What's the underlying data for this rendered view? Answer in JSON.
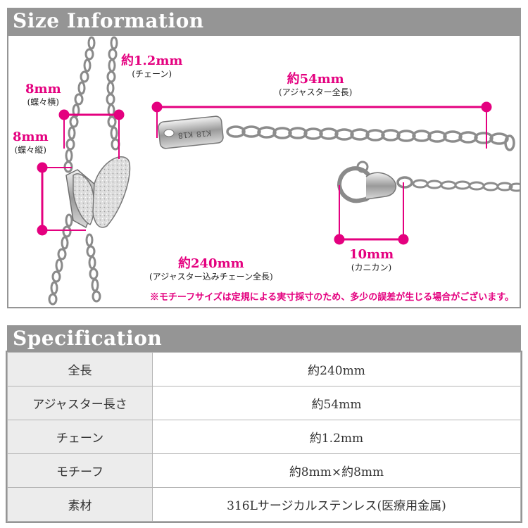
{
  "size_section": {
    "title": "Size Information",
    "chain_width": {
      "value": "約1.2mm",
      "caption": "(チェーン)"
    },
    "motif_width": {
      "value": "8mm",
      "caption": "(蝶々横)"
    },
    "motif_height": {
      "value": "8mm",
      "caption": "(蝶々縦)"
    },
    "adjuster_length": {
      "value": "約54mm",
      "caption": "(アジャスター全長)"
    },
    "clasp_size": {
      "value": "10mm",
      "caption": "(カニカン)"
    },
    "total_length": {
      "value": "約240mm",
      "caption": "(アジャスター込みチェーン全長)"
    },
    "tag_text": "K18",
    "note": "※モチーフサイズは定規による実寸採寸のため、多少の誤差が生じる場合がございます。"
  },
  "spec_section": {
    "title": "Specification",
    "rows": [
      {
        "label": "全長",
        "value": "約240mm"
      },
      {
        "label": "アジャスター長さ",
        "value": "約54mm"
      },
      {
        "label": "チェーン",
        "value": "約1.2mm"
      },
      {
        "label": "モチーフ",
        "value": "約8mm×約8mm"
      },
      {
        "label": "素材",
        "value": "316Lサージカルステンレス(医療用金属)"
      }
    ]
  },
  "colors": {
    "accent": "#e4007f",
    "header_bg": "#959595",
    "label_cell_bg": "#ececec"
  }
}
